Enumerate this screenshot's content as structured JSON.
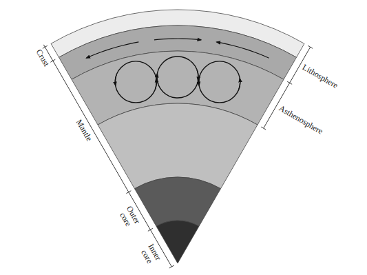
{
  "diagram": {
    "labels": [
      "Crust",
      "Mantle",
      "Outer core",
      "Inner core",
      "Lithosphere",
      "Asthenosphere"
    ]
  }
}
